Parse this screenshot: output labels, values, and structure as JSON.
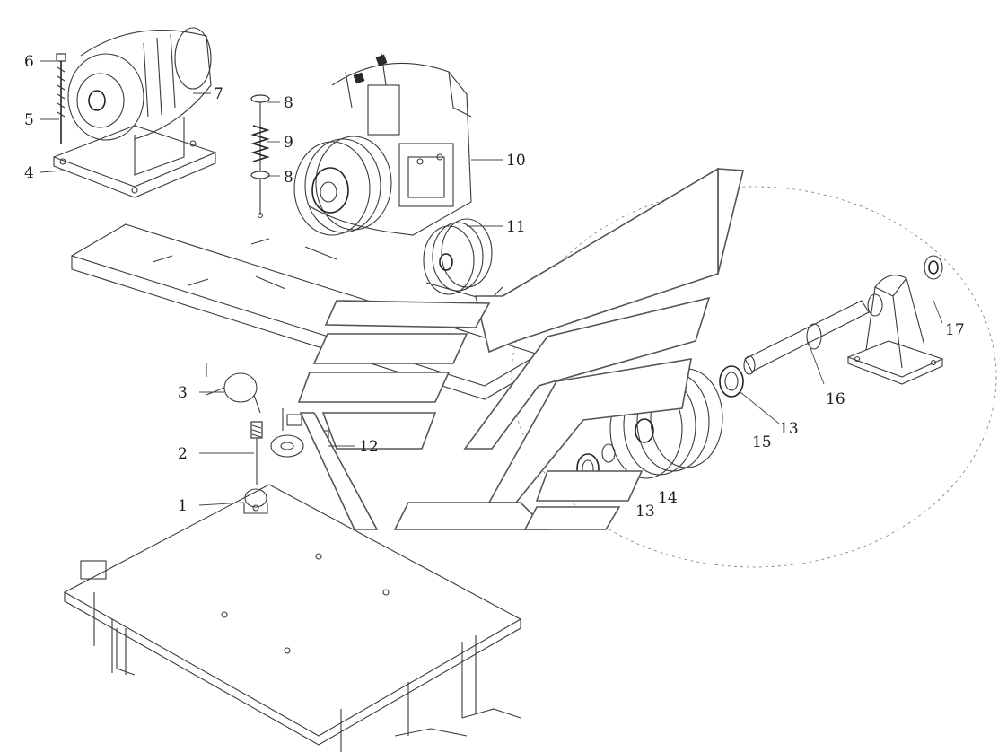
{
  "callouts": [
    {
      "id": "c1",
      "label": "1"
    },
    {
      "id": "c2",
      "label": "2"
    },
    {
      "id": "c3",
      "label": "3"
    },
    {
      "id": "c4",
      "label": "4"
    },
    {
      "id": "c5",
      "label": "5"
    },
    {
      "id": "c6",
      "label": "6"
    },
    {
      "id": "c7",
      "label": "7"
    },
    {
      "id": "c8a",
      "label": "8"
    },
    {
      "id": "c9",
      "label": "9"
    },
    {
      "id": "c8b",
      "label": "8"
    },
    {
      "id": "c10",
      "label": "10"
    },
    {
      "id": "c11",
      "label": "11"
    },
    {
      "id": "c12",
      "label": "12"
    },
    {
      "id": "c13a",
      "label": "13"
    },
    {
      "id": "c15",
      "label": "15"
    },
    {
      "id": "c16",
      "label": "16"
    },
    {
      "id": "c17",
      "label": "17"
    },
    {
      "id": "c13b",
      "label": "13"
    },
    {
      "id": "c14",
      "label": "14"
    }
  ],
  "colors": {
    "line": "#3a3a3a",
    "background": "#ffffff",
    "text": "#1a1a1a"
  }
}
